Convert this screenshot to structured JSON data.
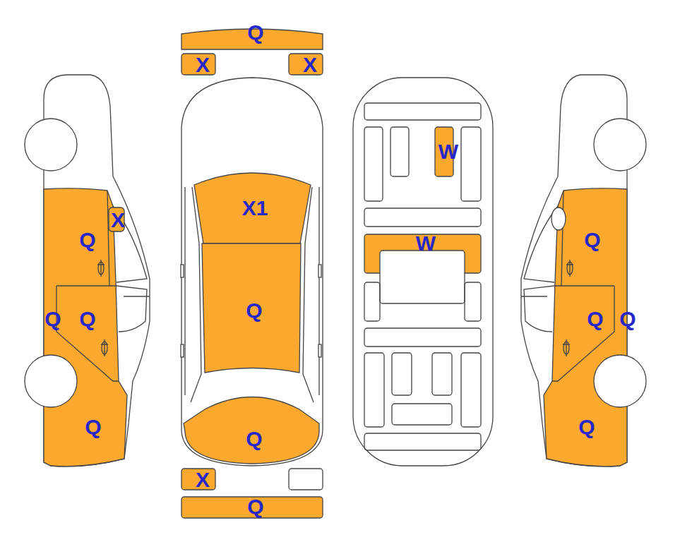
{
  "diagram": {
    "labels": [
      "Q",
      "X",
      "X",
      "W",
      "X1",
      "X",
      "Q",
      "Q",
      "W",
      "Q",
      "Q",
      "Q",
      "Q",
      "Q",
      "Q",
      "Q",
      "Q",
      "X",
      "Q"
    ]
  }
}
